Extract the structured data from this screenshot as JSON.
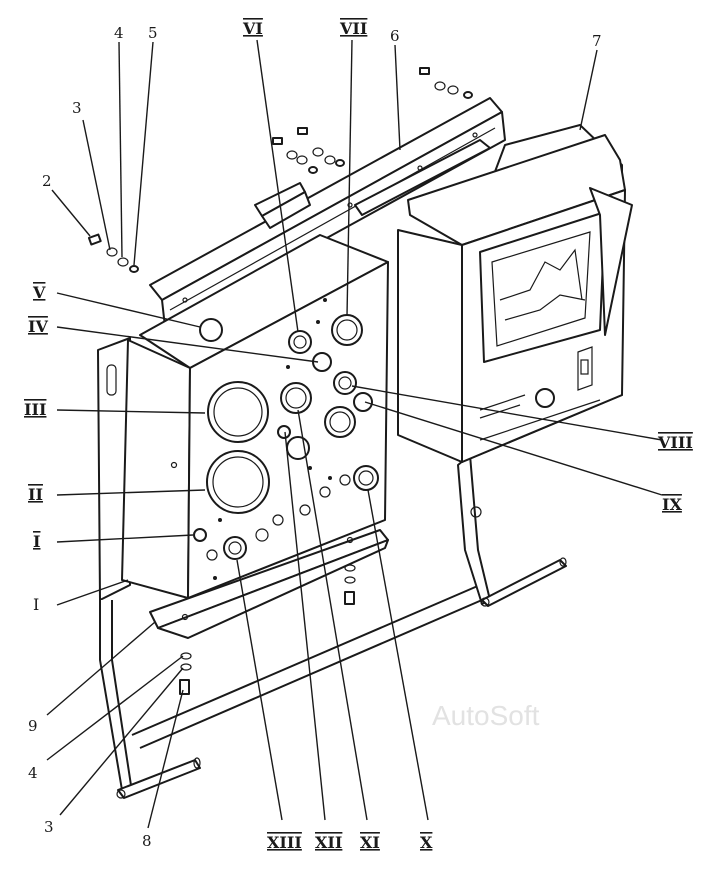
{
  "labels": {
    "n2": "2",
    "n3_top": "3",
    "n4_top": "4",
    "n5": "5",
    "n6": "6",
    "n7": "7",
    "n9": "9",
    "n4_bottom": "4",
    "n3_bottom": "3",
    "n8": "8",
    "rV": "V",
    "rVI": "VI",
    "rVII": "VII",
    "rIV": "IV",
    "rIII": "III",
    "rII": "II",
    "rI_bar": "I",
    "rI_plain": "I",
    "rVIII": "VIII",
    "rIX": "IX",
    "rXIII": "XIII",
    "rXII": "XII",
    "rXI": "XI",
    "rX": "X"
  },
  "watermark": "AutoSoft"
}
